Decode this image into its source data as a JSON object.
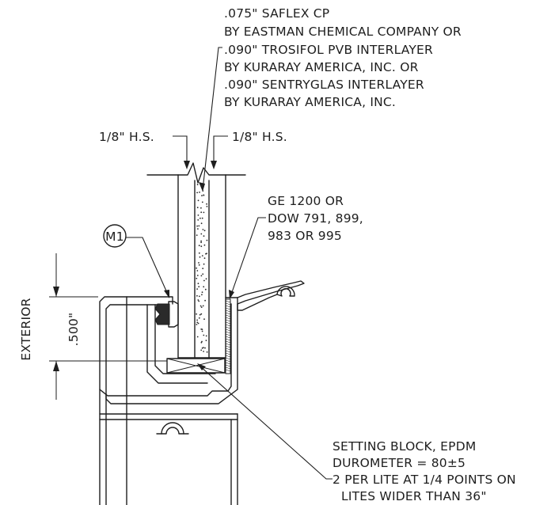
{
  "interlayer_note": {
    "lines": [
      ".075\" SAFLEX CP",
      "BY EASTMAN CHEMICAL COMPANY OR",
      ".090\" TROSIFOL PVB INTERLAYER",
      "BY KURARAY AMERICA, INC. OR",
      ".090\" SENTRYGLAS INTERLAYER",
      "BY KURARAY AMERICA, INC."
    ]
  },
  "glass_left_label": "1/8\" H.S.",
  "glass_right_label": "1/8\" H.S.",
  "sealant_note": {
    "lines": [
      "GE 1200 OR",
      "DOW 791, 899,",
      "983 OR 995"
    ]
  },
  "gasket_tag": "M1",
  "exterior_label": "EXTERIOR",
  "dimension_label": ".500\"",
  "setting_block_note": {
    "lines": [
      "SETTING BLOCK, EPDM",
      "DUROMETER = 80±5",
      "2 PER LITE AT 1/4 POINTS ON",
      "LITES WIDER THAN 36\""
    ]
  },
  "colors": {
    "ink": "#1e1e1e",
    "paper": "#ffffff"
  }
}
